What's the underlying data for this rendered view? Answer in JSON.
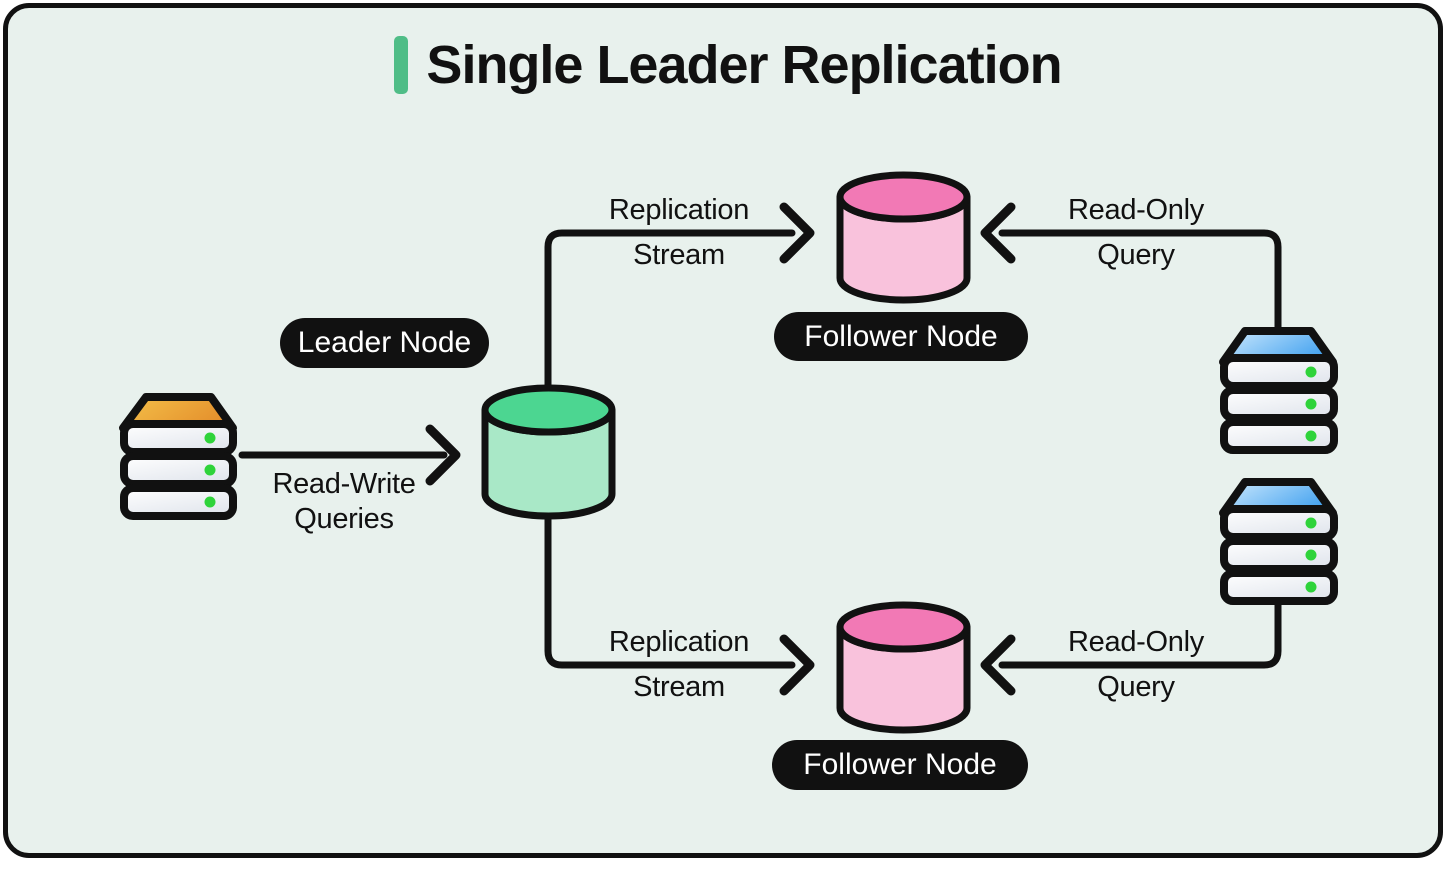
{
  "title": {
    "text": "Single Leader Replication"
  },
  "badges": {
    "leader": "Leader Node",
    "follower_top": "Follower Node",
    "follower_bottom": "Follower Node"
  },
  "edge_labels": {
    "read_write": {
      "line1": "Read-Write",
      "line2": "Queries"
    },
    "replication_top": {
      "line1": "Replication",
      "line2": "Stream"
    },
    "replication_bottom": {
      "line1": "Replication",
      "line2": "Stream"
    },
    "read_only_top": {
      "line1": "Read-Only",
      "line2": "Query"
    },
    "read_only_bottom": {
      "line1": "Read-Only",
      "line2": "Query"
    }
  },
  "icons": {
    "client_left": "server-stack-icon-orange",
    "leader_db": "database-cylinder-icon-green",
    "follower_db_top": "database-cylinder-icon-pink",
    "follower_db_bottom": "database-cylinder-icon-pink",
    "replica_client_top": "server-stack-icon-blue",
    "replica_client_bottom": "server-stack-icon-blue"
  },
  "colors": {
    "background": "#e8f1ed",
    "border": "#111111",
    "ink": "#111111",
    "accent_green": "#4fbd87",
    "pill_bg": "#111111",
    "pill_text": "#ffffff",
    "leader_db_top": "#4cd691",
    "leader_db_body": "#a9e8c7",
    "follower_db_top": "#f279b5",
    "follower_db_body": "#f9c2dc",
    "server_orange_light": "#f4c14a",
    "server_orange_dark": "#e5912d",
    "server_blue_light": "#cfeafd",
    "server_blue_dark": "#49a5f0",
    "status_dot": "#2fd33a"
  }
}
